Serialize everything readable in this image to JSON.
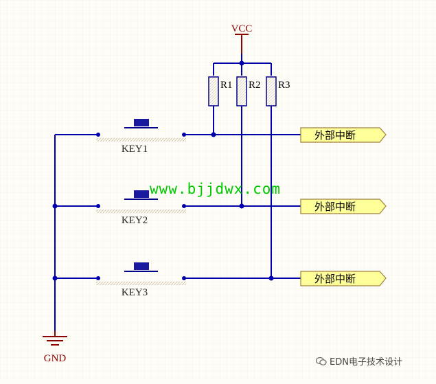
{
  "power_label": "VCC",
  "ground_label": "GND",
  "resistors": [
    "R1",
    "R2",
    "R3"
  ],
  "keys": [
    "KEY1",
    "KEY2",
    "KEY3"
  ],
  "net_labels": [
    "外部中断",
    "外部中断",
    "外部中断"
  ],
  "watermark_text": "www.bjjdwx.com",
  "credit_text": "EDN电子技术设计",
  "colors": {
    "wire": "#0000aa",
    "component": "#00008b",
    "power_symbol": "#8b0000",
    "net_label_fill": "#ffff99",
    "net_label_stroke": "#a08040",
    "watermark": "#00c800",
    "background": "#fefdf8",
    "grid": "#e9e6da"
  }
}
